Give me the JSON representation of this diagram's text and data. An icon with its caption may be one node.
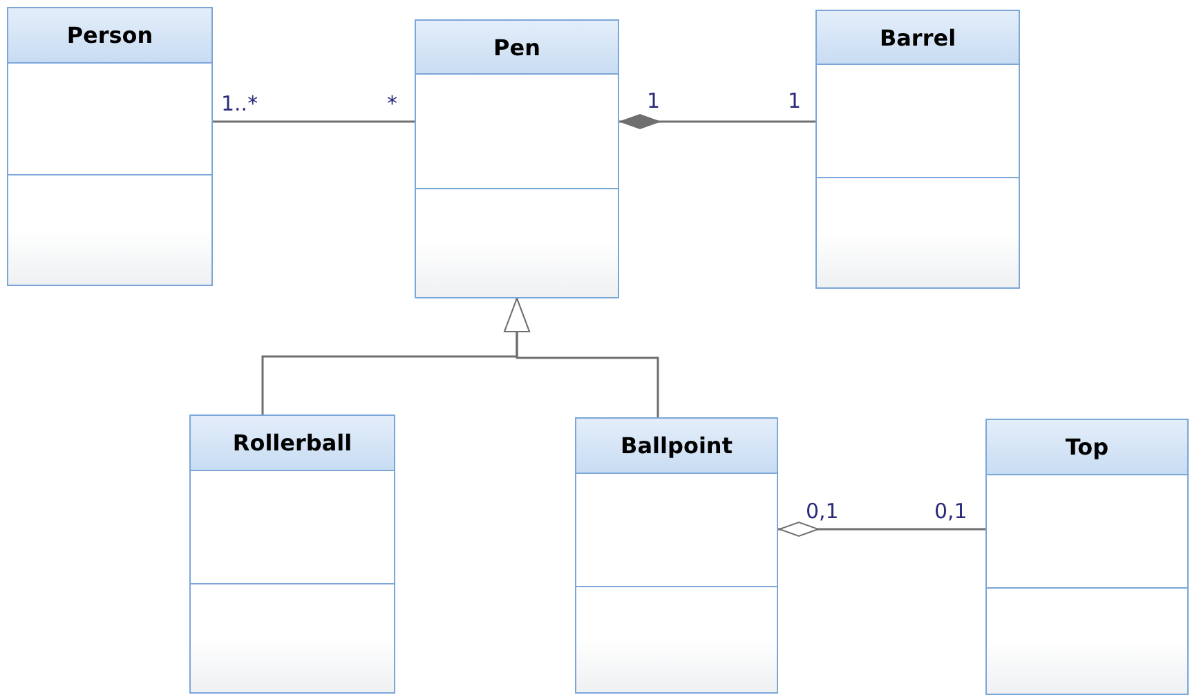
{
  "diagram": {
    "nodes": [
      {
        "text": [
          "Person"
        ]
      },
      {
        "text": [
          "Pen"
        ]
      },
      {
        "text": [
          "Barrel"
        ]
      },
      {
        "text": [
          "Rollerball"
        ]
      },
      {
        "text": [
          "Ballpoint"
        ]
      },
      {
        "text": [
          "Top"
        ]
      }
    ],
    "edges": [
      {
        "from": 0,
        "to": 1,
        "arrow": "none"
      },
      {
        "from": 2,
        "to": 1,
        "arrow": "other"
      },
      {
        "from": 3,
        "to": 1,
        "arrow": "to"
      },
      {
        "from": 4,
        "to": 1,
        "arrow": "to"
      },
      {
        "from": 5,
        "to": 4,
        "arrow": "other"
      }
    ],
    "labels": [
      "1..*",
      "*",
      "1",
      "1",
      "0,1",
      "0,1"
    ]
  }
}
